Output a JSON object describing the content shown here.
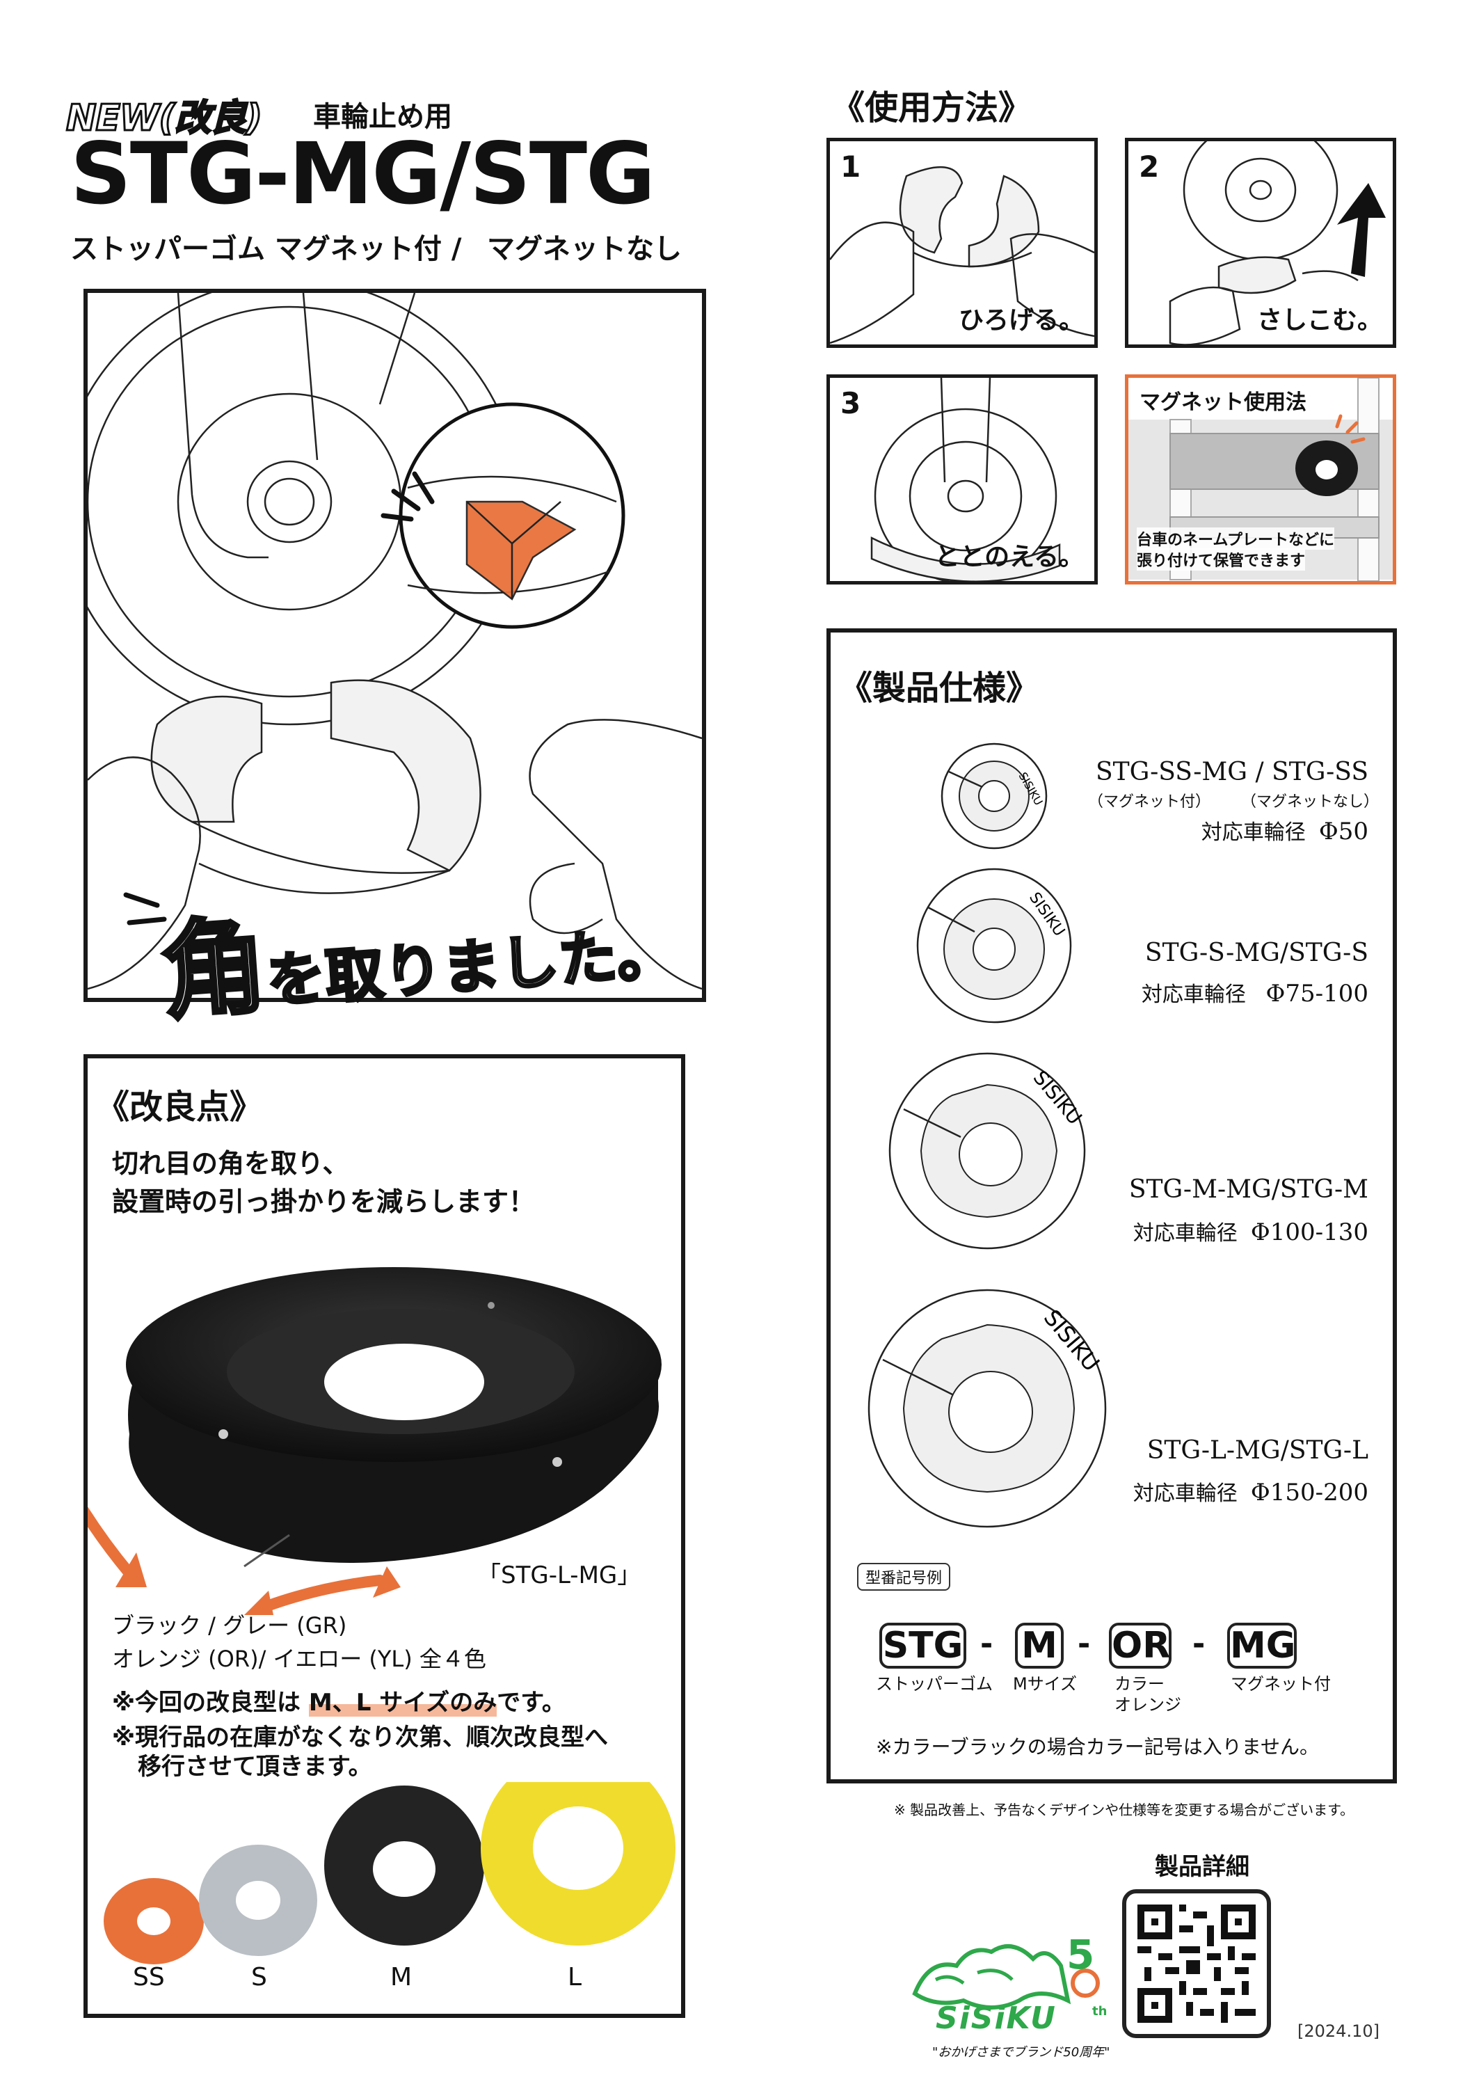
{
  "header": {
    "new_label": "NEW(",
    "kairyo": "改良",
    "close_paren": ")",
    "subtitle": "車輪止め用",
    "title": "STG-MG/STG",
    "tagline_left": "ストッパーゴム マグネット付 /",
    "tagline_right": "マグネットなし"
  },
  "hero": {
    "caption_kado": "角",
    "caption_rest": "を取りました。"
  },
  "improvement": {
    "heading": "《改良点》",
    "line1": "切れ目の角を取り、",
    "line2": "設置時の引っ掛かりを減らします！",
    "photo_label": "「STG-L-MG」",
    "colors_line1": "ブラック / グレー (GR)",
    "colors_line2": "オレンジ (OR)/ イエロー (YL)   全４色",
    "note1_pre": "※今回の改良型は ",
    "note1_hl": "M、L サイズのみ",
    "note1_post": "です。",
    "note2_a": "※現行品の在庫がなくなり次第、順次改良型へ",
    "note2_b": "移行させて頂きます。",
    "sizes": [
      {
        "label": "SS",
        "color": "#e8713a"
      },
      {
        "label": "S",
        "color": "#b9bfc4"
      },
      {
        "label": "M",
        "color": "#232323"
      },
      {
        "label": "L",
        "color": "#f0dc2c"
      }
    ]
  },
  "usage": {
    "heading": "《使用方法》",
    "steps": [
      {
        "num": "1",
        "text": "ひろげる。"
      },
      {
        "num": "2",
        "text": "さしこむ。"
      },
      {
        "num": "3",
        "text": "ととのえる。"
      }
    ],
    "magnet_title": "マグネット使用法",
    "magnet_text1": "台車のネームプレートなどに",
    "magnet_text2": "張り付けて保管できます"
  },
  "specs": {
    "heading": "《製品仕様》",
    "items": [
      {
        "name": "STG-SS-MG / STG-SS",
        "dia_label": "対応車輪径",
        "dia": "Φ50",
        "sub1": "（マグネット付）",
        "sub2": "（マグネットなし）"
      },
      {
        "name": "STG-S-MG/STG-S",
        "dia_label": "対応車輪径",
        "dia": "Φ75-100"
      },
      {
        "name": "STG-M-MG/STG-M",
        "dia_label": "対応車輪径",
        "dia": "Φ100-130"
      },
      {
        "name": "STG-L-MG/STG-L",
        "dia_label": "対応車輪径",
        "dia": "Φ150-200"
      }
    ],
    "model_label": "型番記号例",
    "codes": [
      {
        "code": "STG",
        "cap1": "ストッパーゴム",
        "cap2": ""
      },
      {
        "code": "M",
        "cap1": "Mサイズ",
        "cap2": ""
      },
      {
        "code": "OR",
        "cap1": "カラー",
        "cap2": "オレンジ"
      },
      {
        "code": "MG",
        "cap1": "マグネット付",
        "cap2": ""
      }
    ],
    "dash": "-",
    "color_note": "※カラーブラックの場合カラー記号は入りません。"
  },
  "footer": {
    "disclaimer": "※ 製品改善上、予告なくデザインや仕様等を変更する場合がございます。",
    "detail_label": "製品詳細",
    "brand": "SiSiKU",
    "brand_50": "5",
    "brand_th": "th",
    "brand_slogan": "\"おかげさまでブランド50周年\"",
    "date": "[2024.10]"
  },
  "colors": {
    "accent": "#e8713a",
    "frame": "#1a1a1a",
    "brand_green": "#2ea84a"
  },
  "spec_sisiku_text": "SISIKU"
}
